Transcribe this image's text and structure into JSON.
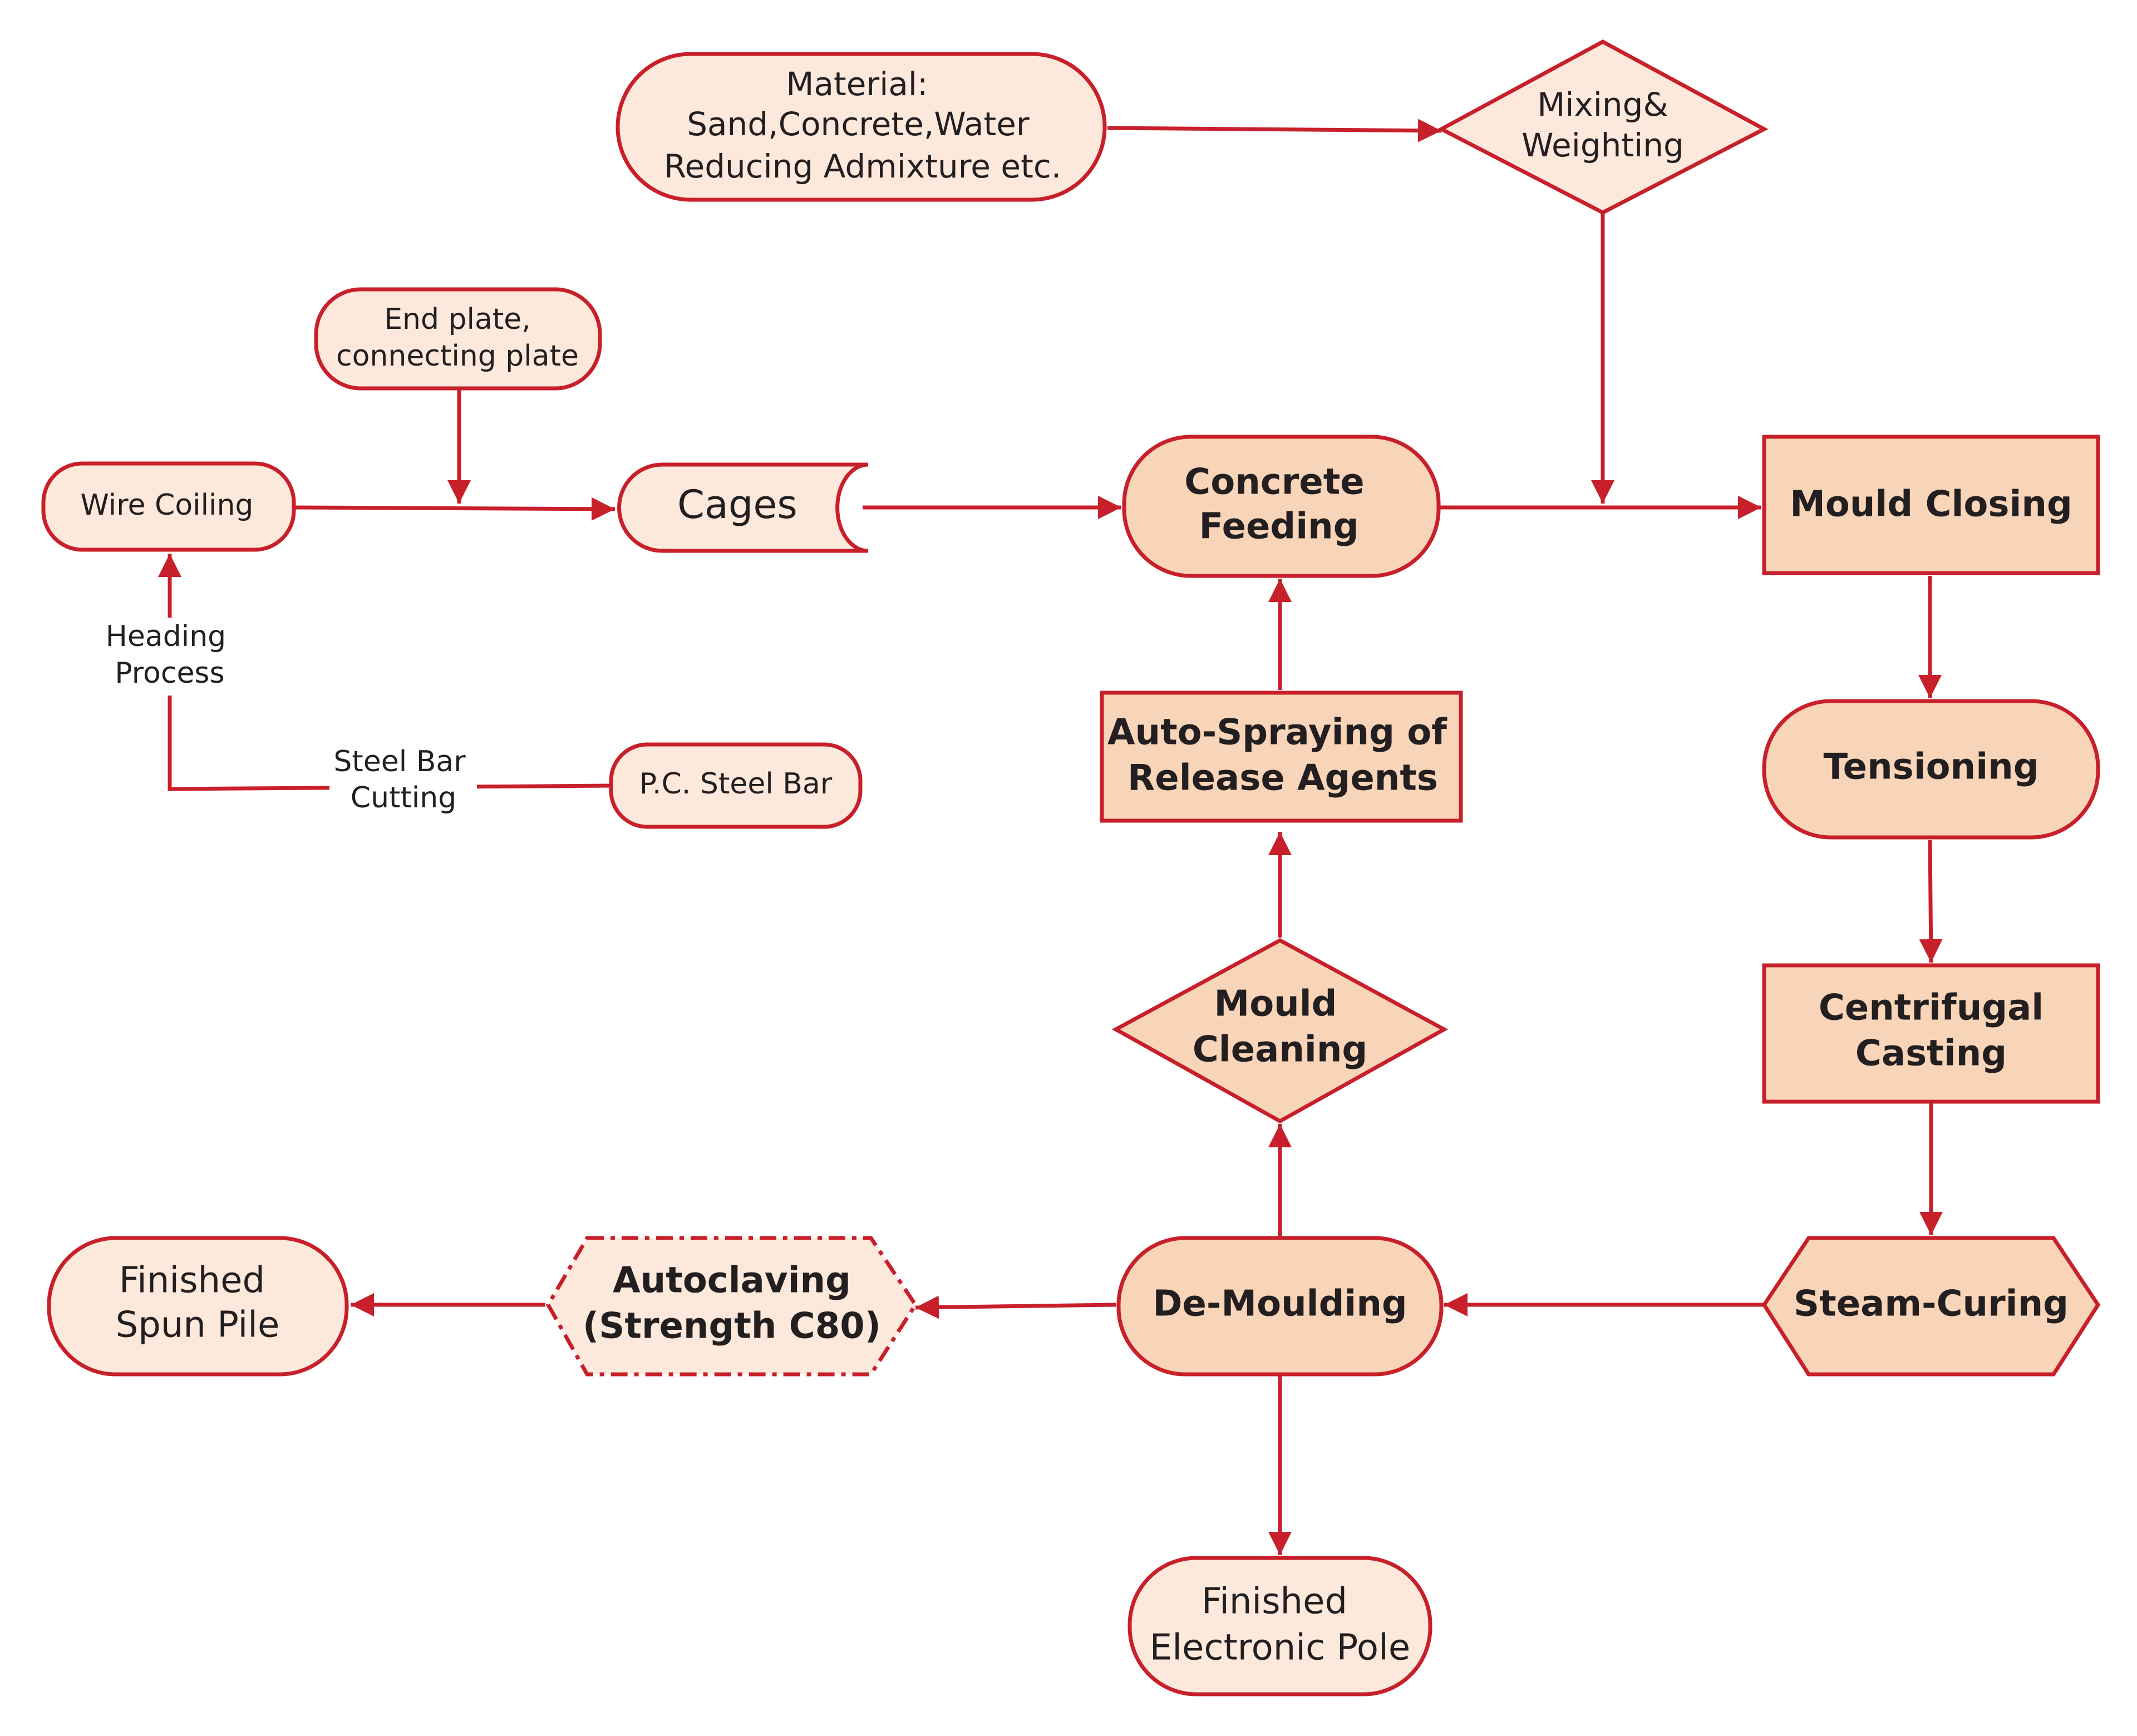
{
  "nodes": {
    "material": [
      "Material:",
      "Sand,Concrete,Water",
      "Reducing Admixture etc."
    ],
    "mixing": [
      "Mixing&",
      "Weighting"
    ],
    "end_plate": [
      "End plate,",
      "connecting plate"
    ],
    "wire_coiling": [
      "Wire Coiling"
    ],
    "cages": [
      "Cages"
    ],
    "concrete_feeding": [
      "Concrete",
      "Feeding"
    ],
    "mould_closing": [
      "Mould Closing"
    ],
    "auto_spraying": [
      "Auto-Spraying of",
      "Release Agents"
    ],
    "tensioning": [
      "Tensioning"
    ],
    "pc_steel_bar": [
      "P.C. Steel Bar"
    ],
    "mould_cleaning": [
      "Mould",
      "Cleaning"
    ],
    "centrifugal_casting": [
      "Centrifugal",
      "Casting"
    ],
    "finished_spun_pile": [
      "Finished",
      "Spun Pile"
    ],
    "autoclaving": [
      "Autoclaving",
      "(Strength C80)"
    ],
    "de_moulding": [
      "De-Moulding"
    ],
    "steam_curing": [
      "Steam-Curing"
    ],
    "finished_electronic_pole": [
      "Finished",
      "Electronic Pole"
    ]
  },
  "edge_labels": {
    "heading_process": [
      "Heading",
      "Process"
    ],
    "steel_bar_cutting": [
      "Steel Bar",
      "Cutting"
    ]
  },
  "colors": {
    "stroke": "#c8202a",
    "light_fill": "#fde9dc",
    "dark_fill": "#f8d5b8",
    "text": "#231f20"
  }
}
